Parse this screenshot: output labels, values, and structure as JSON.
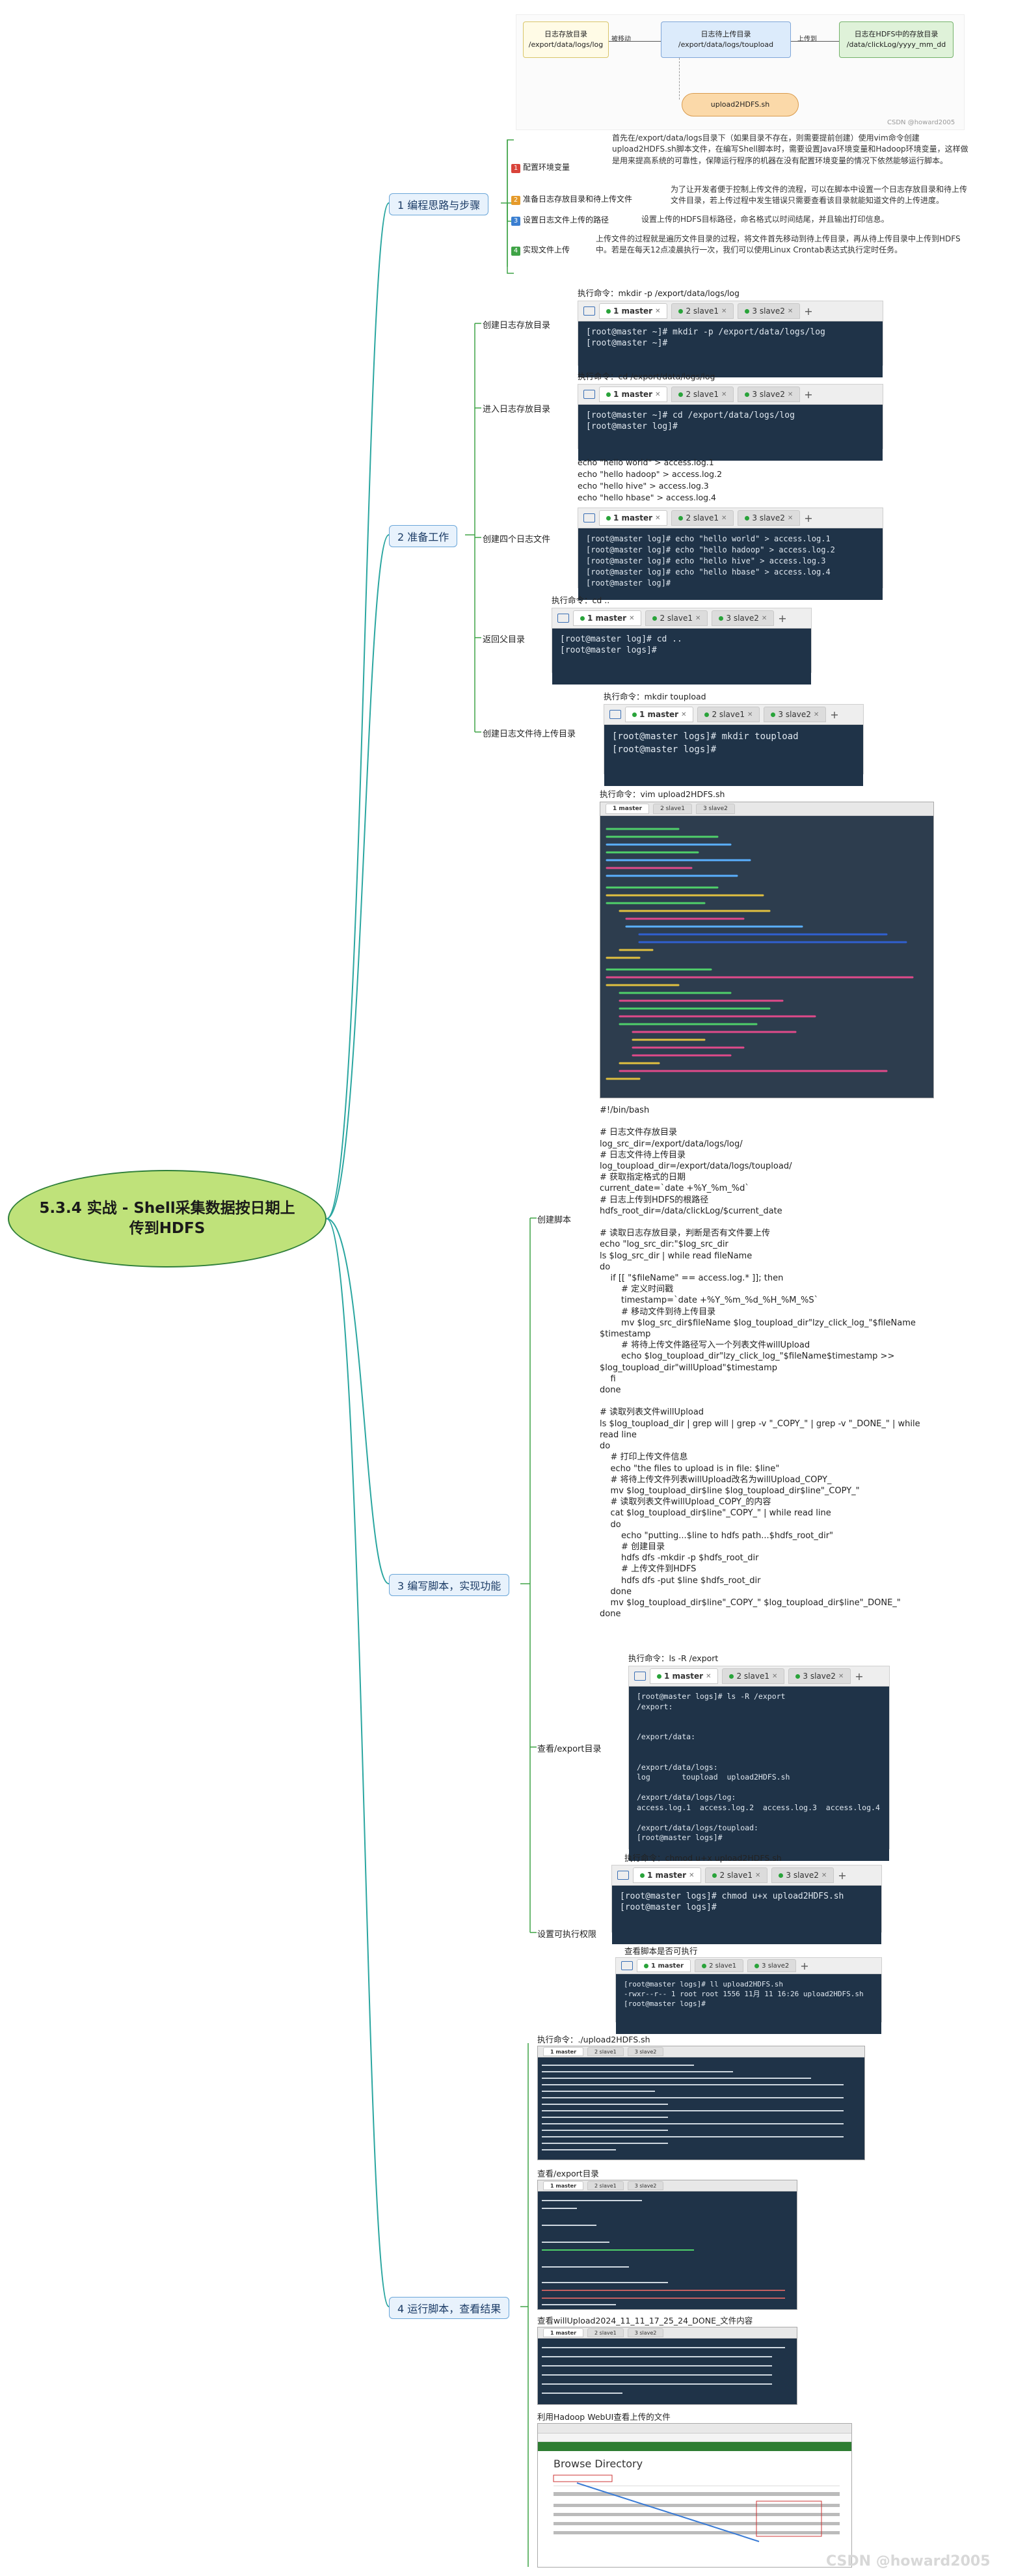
{
  "root": {
    "title": "5.3.4 实战 - Shell采集数据按日期上传到HDFS"
  },
  "branches": {
    "b1": "1 编程思路与步骤",
    "b2": "2 准备工作",
    "b3": "3 编写脚本，实现功能",
    "b4": "4 运行脚本，查看结果"
  },
  "flow": {
    "box1_title": "日志存放目录",
    "box1_path": "/export/data/logs/log",
    "arrow1": "被移动",
    "box2_title": "日志待上传目录",
    "box2_path": "/export/data/logs/toupload",
    "arrow2": "上传到",
    "box3_title": "日志在HDFS中的存放目录",
    "box3_path": "/data/clickLog/yyyy_mm_dd",
    "bottom": "upload2HDFS.sh",
    "watermark": "CSDN @howard2005"
  },
  "steps": [
    {
      "badge": "1",
      "color": "#d9433a",
      "label": "配置环境变量",
      "text": "首先在/export/data/logs目录下（如果目录不存在，则需要提前创建）使用vim命令创建upload2HDFS.sh脚本文件，在编写Shell脚本时，需要设置Java环境变量和Hadoop环境变量，这样做是用来提高系统的可靠性，保障运行程序的机器在没有配置环境变量的情况下依然能够运行脚本。"
    },
    {
      "badge": "2",
      "color": "#e59a2a",
      "label": "准备日志存放目录和待上传文件",
      "text": "为了让开发者便于控制上传文件的流程，可以在脚本中设置一个日志存放目录和待上传文件目录，若上传过程中发生错误只需要查看该目录就能知道文件的上传进度。"
    },
    {
      "badge": "3",
      "color": "#3b7fd1",
      "label": "设置日志文件上传的路径",
      "text": "设置上传的HDFS目标路径，命名格式以时间结尾，并且输出打印信息。"
    },
    {
      "badge": "4",
      "color": "#3fa346",
      "label": "实现文件上传",
      "text": "上传文件的过程就是遍历文件目录的过程，将文件首先移动到待上传目录，再从待上传目录中上传到HDFS中。若是在每天12点凌晨执行一次，我们可以使用Linux Crontab表达式执行定时任务。"
    }
  ],
  "prep": [
    {
      "label": "创建日志存放目录",
      "cmd": "执行命令：mkdir -p /export/data/logs/log",
      "screen": "[root@master ~]# mkdir -p /export/data/logs/log\n[root@master ~]# "
    },
    {
      "label": "进入日志存放目录",
      "cmd": "执行命令：cd /export/data/logs/log",
      "screen": "[root@master ~]# cd /export/data/logs/log\n[root@master log]# "
    },
    {
      "label": "创建四个日志文件",
      "cmds": [
        "echo \"hello world\" > access.log.1",
        "echo \"hello hadoop\" > access.log.2",
        "echo \"hello hive\" > access.log.3",
        "echo \"hello hbase\" > access.log.4"
      ],
      "screen": "[root@master log]# echo \"hello world\" > access.log.1\n[root@master log]# echo \"hello hadoop\" > access.log.2\n[root@master log]# echo \"hello hive\" > access.log.3\n[root@master log]# echo \"hello hbase\" > access.log.4\n[root@master log]# "
    },
    {
      "label": "返回父目录",
      "cmd": "执行命令：cd ..",
      "screen": "[root@master log]# cd ..\n[root@master logs]# "
    },
    {
      "label": "创建日志文件待上传目录",
      "cmd": "执行命令：mkdir toupload",
      "screen": "[root@master logs]# mkdir toupload\n[root@master logs]# "
    }
  ],
  "tabs": {
    "t1": "1 master",
    "t2": "2 slave1",
    "t3": "3 slave2"
  },
  "script": {
    "label": "创建脚本",
    "cmd": "执行命令：vim upload2HDFS.sh",
    "code": "#!/bin/bash\n\n# 日志文件存放目录\nlog_src_dir=/export/data/logs/log/\n# 日志文件待上传目录\nlog_toupload_dir=/export/data/logs/toupload/\n# 获取指定格式的日期\ncurrent_date=`date +%Y_%m_%d`\n# 日志上传到HDFS的根路径\nhdfs_root_dir=/data/clickLog/$current_date\n\n# 读取日志存放目录，判断是否有文件要上传\necho \"log_src_dir:\"$log_src_dir\nls $log_src_dir | while read fileName\ndo\n    if [[ \"$fileName\" == access.log.* ]]; then\n        # 定义时间戳\n        timestamp=`date +%Y_%m_%d_%H_%M_%S`\n        # 移动文件到待上传目录\n        mv $log_src_dir$fileName $log_toupload_dir\"lzy_click_log_\"$fileName\n$timestamp\n        # 将待上传文件路径写入一个列表文件willUpload\n        echo $log_toupload_dir\"lzy_click_log_\"$fileName$timestamp >>\n$log_toupload_dir\"willUpload\"$timestamp\n    fi\ndone\n\n# 读取列表文件willUpload\nls $log_toupload_dir | grep will | grep -v \"_COPY_\" | grep -v \"_DONE_\" | while\nread line\ndo\n    # 打印上传文件信息\n    echo \"the files to upload is in file: $line\"\n    # 将待上传文件列表willUpload改名为willUpload_COPY_\n    mv $log_toupload_dir$line $log_toupload_dir$line\"_COPY_\"\n    # 读取列表文件willUpload_COPY_的内容\n    cat $log_toupload_dir$line\"_COPY_\" | while read line\n    do\n        echo \"putting...$line to hdfs path...$hdfs_root_dir\"\n        # 创建目录\n        hdfs dfs -mkdir -p $hdfs_root_dir\n        # 上传文件到HDFS\n        hdfs dfs -put $line $hdfs_root_dir\n    done\n    mv $log_toupload_dir$line\"_COPY_\" $log_toupload_dir$line\"_DONE_\"\ndone"
  },
  "check": {
    "label": "查看/export目录",
    "cmd": "执行命令：ls -R /export",
    "screen": "[root@master logs]# ls -R /export\n/export:\n\n\n/export/data:\n\n\n/export/data/logs:\nlog       toupload  upload2HDFS.sh\n\n/export/data/logs/log:\naccess.log.1  access.log.2  access.log.3  access.log.4\n\n/export/data/logs/toupload:\n[root@master logs]# "
  },
  "perm": {
    "label": "设置可执行权限",
    "cmd": "执行命令：chmod u+x upload2HDFS.sh",
    "screen": "[root@master logs]# chmod u+x upload2HDFS.sh\n[root@master logs]# ",
    "cmd2": "查看脚本是否可执行",
    "screen2": "[root@master logs]# ll upload2HDFS.sh\n-rwxr--r-- 1 root root 1556 11月 11 16:26 upload2HDFS.sh\n[root@master logs]# "
  },
  "run": {
    "cmd": "执行命令：./upload2HDFS.sh",
    "check": "查看/export目录",
    "willupload": "查看willUpload2024_11_11_17_25_24_DONE_文件内容",
    "webui": "利用Hadoop WebUI查看上传的文件",
    "browse": "Browse Directory"
  },
  "watermark": "CSDN @howard2005",
  "colors": {
    "branch_line": "#2aa6a0",
    "root_fill": "#bfe27a"
  }
}
